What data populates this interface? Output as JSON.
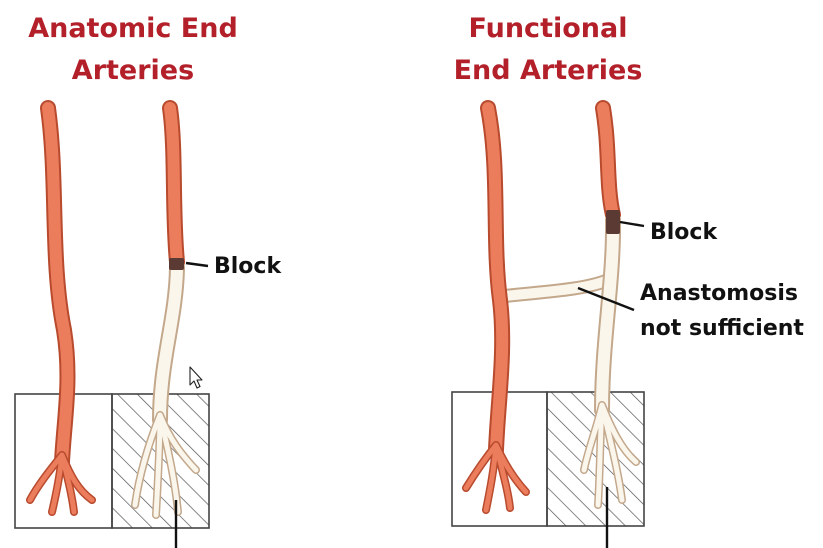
{
  "left_panel": {
    "title_line1": "Anatomic End",
    "title_line2": "Arteries",
    "block_label": "Block"
  },
  "right_panel": {
    "title_line1": "Functional",
    "title_line2": "End Arteries",
    "block_label": "Block",
    "anastomosis_line1": "Anastomosis",
    "anastomosis_line2": "not sufficient"
  },
  "colors": {
    "title": "#b3202a",
    "artery": "#ec7d5c",
    "blocked_artery": "#fbf6ec"
  }
}
